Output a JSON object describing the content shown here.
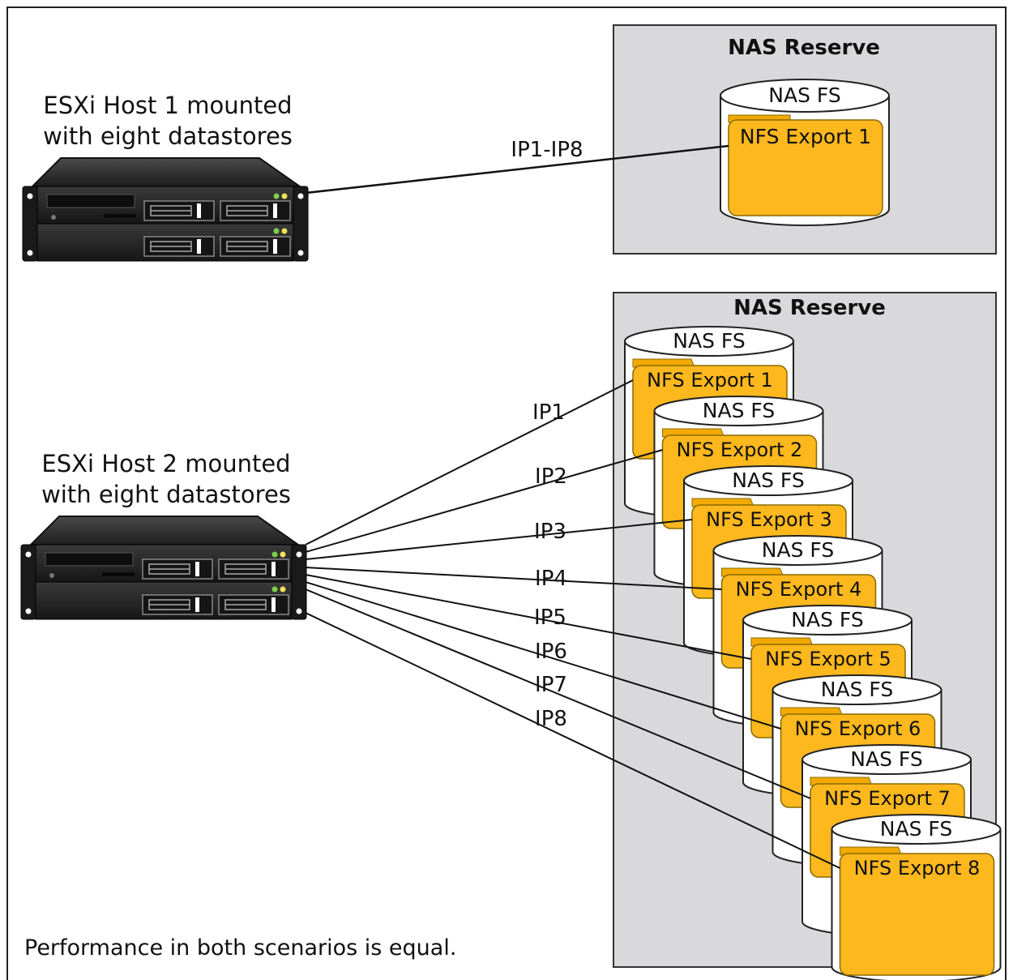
{
  "scenario1": {
    "host_label": [
      "ESXi Host 1 mounted",
      "with eight datastores"
    ],
    "link_label": "IP1-IP8",
    "reserve_title": "NAS Reserve",
    "filesystem_label": "NAS FS",
    "export_label": "NFS Export 1"
  },
  "scenario2": {
    "host_label": [
      "ESXi Host 2 mounted",
      "with eight datastores"
    ],
    "reserve_title": "NAS Reserve",
    "links": [
      {
        "ip": "IP1",
        "fs": "NAS FS",
        "export": "NFS Export 1"
      },
      {
        "ip": "IP2",
        "fs": "NAS FS",
        "export": "NFS Export 2"
      },
      {
        "ip": "IP3",
        "fs": "NAS FS",
        "export": "NFS Export 3"
      },
      {
        "ip": "IP4",
        "fs": "NAS FS",
        "export": "NFS Export 4"
      },
      {
        "ip": "IP5",
        "fs": "NAS FS",
        "export": "NFS Export 5"
      },
      {
        "ip": "IP6",
        "fs": "NAS FS",
        "export": "NFS Export 6"
      },
      {
        "ip": "IP7",
        "fs": "NAS FS",
        "export": "NFS Export 7"
      },
      {
        "ip": "IP8",
        "fs": "NAS FS",
        "export": "NFS Export 8"
      }
    ]
  },
  "footer": "Performance in both scenarios is equal.",
  "colors": {
    "reserve_fill": "#d9d9db",
    "folder_fill": "#fdb81e",
    "folder_tab": "#f2a900",
    "server_body": "#2b2b2b",
    "led_green": "#7bd14b",
    "led_yellow": "#f1e35a"
  }
}
